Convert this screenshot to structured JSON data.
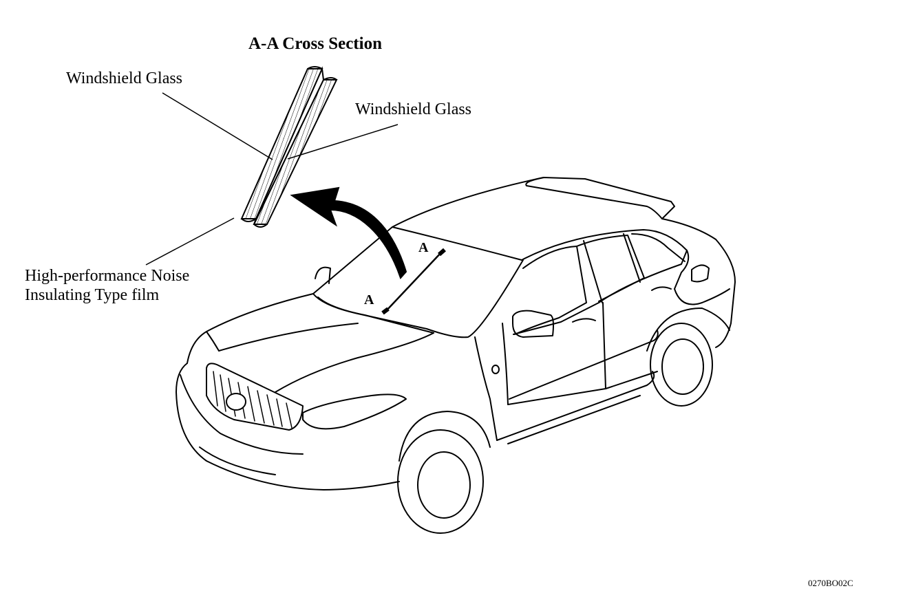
{
  "diagram": {
    "title": "A-A Cross Section",
    "labels": {
      "windshield_glass_outer": "Windshield Glass",
      "windshield_glass_inner": "Windshield Glass",
      "film_line1": "High-performance Noise",
      "film_line2": "Insulating Type film"
    },
    "section_marker_top": "A",
    "section_marker_bottom": "A",
    "figure_code": "0270BO02C"
  }
}
